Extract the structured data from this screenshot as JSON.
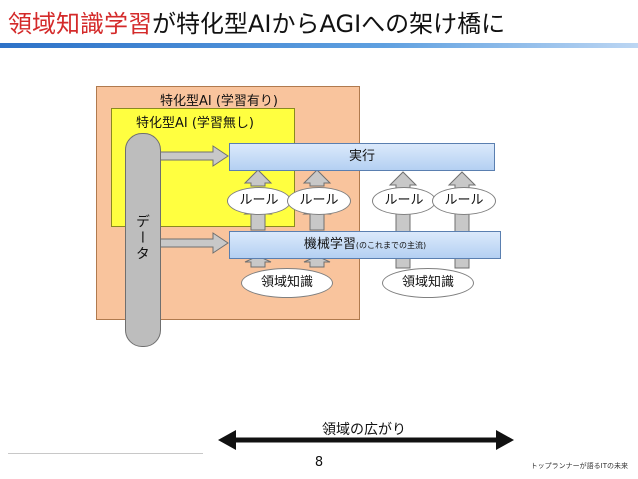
{
  "title": {
    "highlight": "領域知識学習",
    "rest": "が特化型AIからAGIへの架け橋に"
  },
  "diagram": {
    "outer_label": "特化型AI (学習有り)",
    "inner_label": "特化型AI (学習無し)",
    "data_label": "データ",
    "exec_label": "実行",
    "rule_label": "ルール",
    "ml_label": "機械学習",
    "ml_note": "(のこれまでの主流)",
    "domain_label": "領域知識",
    "spread_label": "領域の広がり"
  },
  "colors": {
    "title_highlight": "#d42a2a",
    "outer_fill": "#f9c49d",
    "inner_fill": "#ffff40",
    "bar_fill": "#c6dcf6",
    "arrow_fill": "#c8c8c8"
  },
  "page_number": "8",
  "footer_text": "トップランナーが語るITの未来"
}
